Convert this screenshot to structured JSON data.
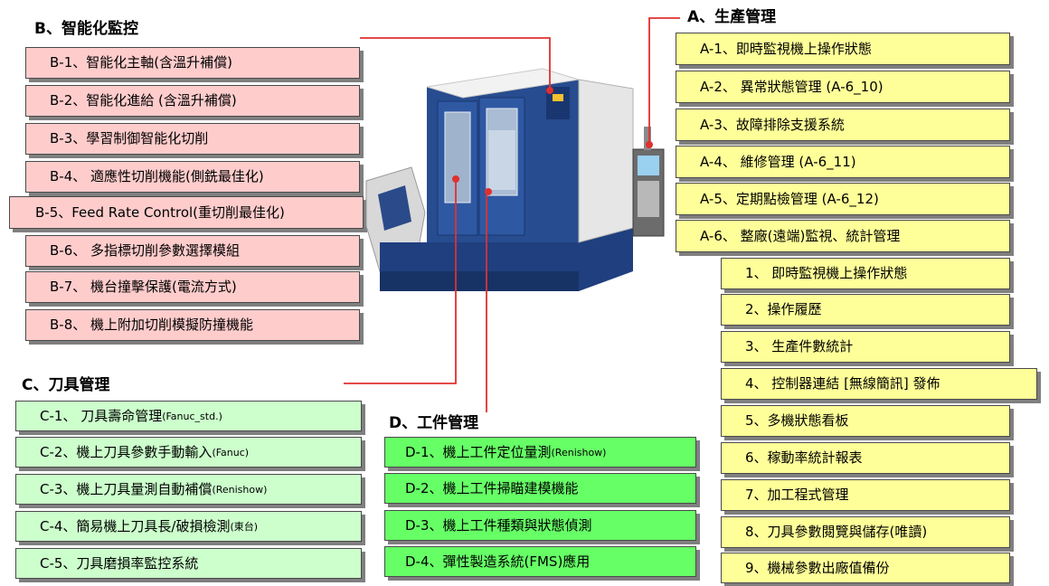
{
  "sections": {
    "A": {
      "title": "A、生產管理",
      "items": [
        "A-1、即時監視機上操作狀態",
        "A-2、 異常狀態管理 (A-6_10)",
        "A-3、故障排除支援系統",
        "A-4、 維修管理 (A-6_11)",
        "A-5、定期點檢管理 (A-6_12)",
        "A-6、 整廠(遠端)監視、統計管理"
      ],
      "sub_items": [
        "1、 即時監視機上操作狀態",
        "2、操作履歷",
        "3、 生產件數統計",
        "4、 控制器連結 [無線簡訊] 發佈",
        "5、多機狀態看板",
        "6、稼動率統計報表",
        "7、加工程式管理",
        "8、刀具參數閱覽與儲存(唯讀)",
        "9、機械參數出廠值備份"
      ]
    },
    "B": {
      "title": "B、智能化監控",
      "items": [
        "B-1、智能化主軸(含溫升補償)",
        "B-2、智能化進給 (含溫升補償)",
        "B-3、學習制御智能化切削",
        "B-4、 適應性切削機能(側銑最佳化)",
        "B-5、Feed Rate Control(重切削最佳化)",
        "B-6、 多指標切削參數選擇模組",
        "B-7、 機台撞擊保護(電流方式)",
        "B-8、 機上附加切削模擬防撞機能"
      ]
    },
    "C": {
      "title": "C、刀具管理",
      "items": [
        {
          "main": "C-1、 刀具壽命管理 ",
          "small": "(Fanuc_std.)"
        },
        {
          "main": "C-2、機上刀具參數手動輸入",
          "small": "(Fanuc)"
        },
        {
          "main": "C-3、機上刀具量測自動補償",
          "small": "(Renishow)"
        },
        {
          "main": "C-4、簡易機上刀具長/破損檢測",
          "small": "(東台)"
        },
        {
          "main": "C-5、刀具磨損率監控系統",
          "small": ""
        }
      ]
    },
    "D": {
      "title": "D、工件管理",
      "items": [
        {
          "main": "D-1、機上工件定位量測",
          "small": "(Renishow)"
        },
        {
          "main": "D-2、機上工件掃瞄建模機能",
          "small": ""
        },
        {
          "main": "D-3、機上工件種類與狀態偵測",
          "small": ""
        },
        {
          "main": "D-4、彈性製造系統(FMS)應用",
          "small": ""
        }
      ]
    }
  },
  "colors": {
    "B_box": "#ffcccc",
    "A_box": "#ffff99",
    "C_box": "#ccffcc",
    "D_box": "#66ff66",
    "connector": "#e03030",
    "machine_blue": "#1f3f7f"
  },
  "machine_image": "cnc-machining-center"
}
